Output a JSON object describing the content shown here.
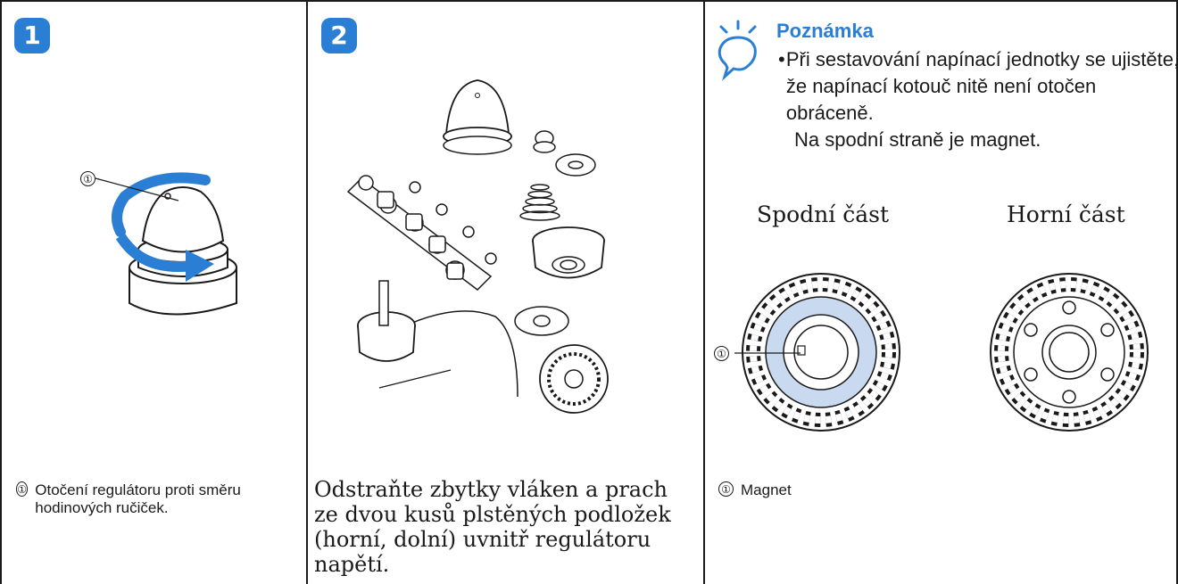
{
  "steps": [
    {
      "badge": "1",
      "callout_num": "①",
      "caption_num": "①",
      "caption": "Otočení regulátoru proti směru hodinových ručiček."
    },
    {
      "badge": "2",
      "caption": "Odstraňte zbytky vláken a prach ze dvou kusů plstěných podložek (horní, dolní) uvnitř regulátoru napětí."
    }
  ],
  "note": {
    "title": "Poznámka",
    "bullet": "•",
    "line1": "Při sestavování napínací jednotky se ujistěte, že napínací kotouč nitě není otočen obráceně.",
    "line2": "Na spodní straně je magnet.",
    "label_bottom": "Spodní část",
    "label_top": "Horní část",
    "callout_num": "①",
    "caption_num": "①",
    "caption": "Magnet"
  },
  "colors": {
    "accent": "#2a7fd4",
    "magnet_ring": "#c9d9ef",
    "arrow": "#2a7fd4"
  },
  "icons": {
    "note": "lightbulb-note-icon"
  }
}
